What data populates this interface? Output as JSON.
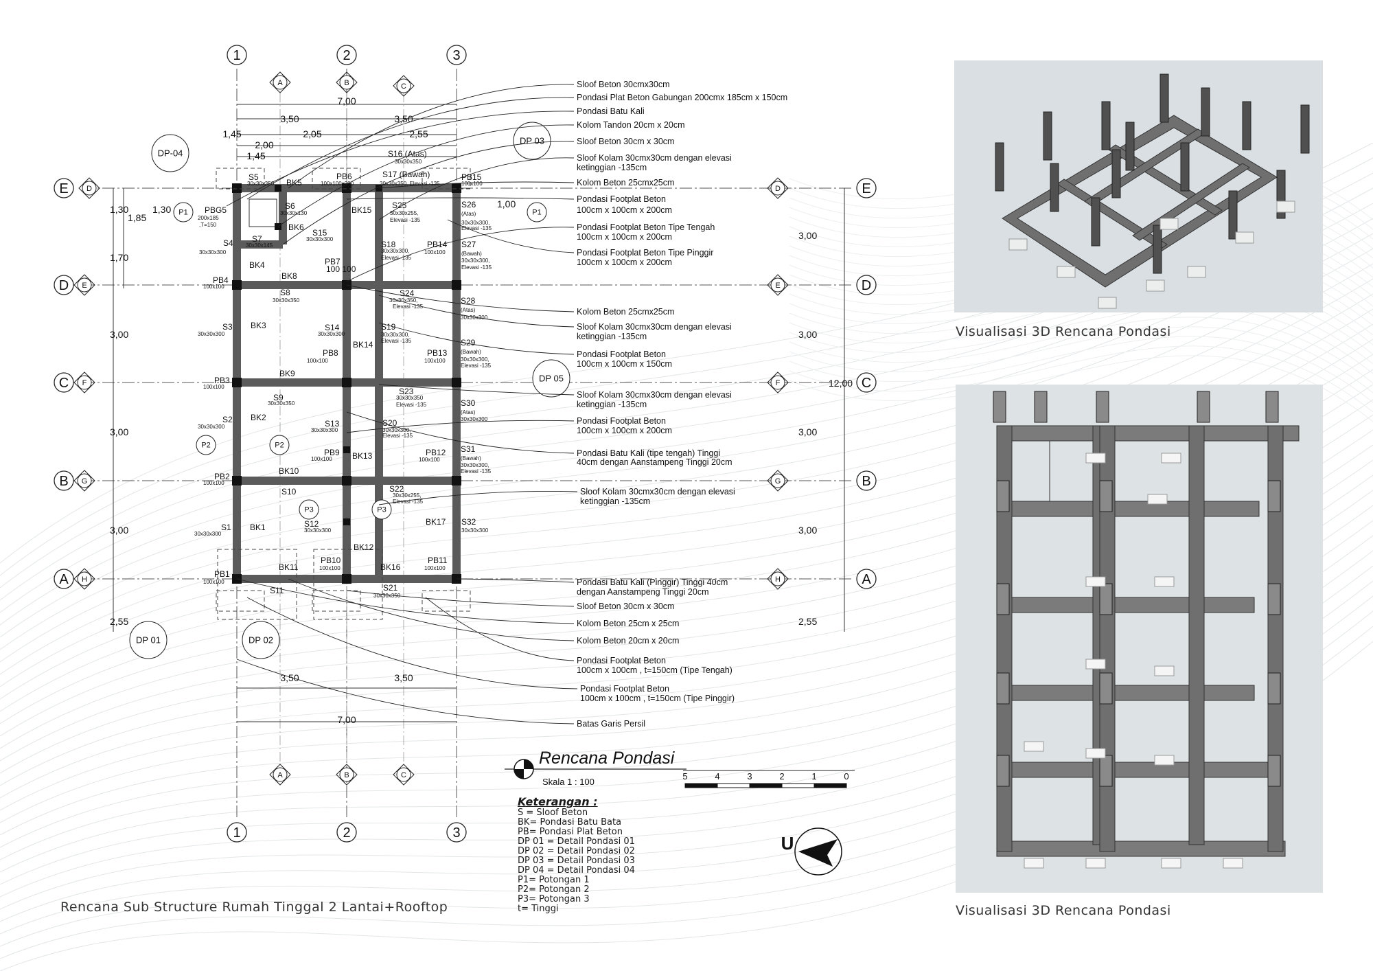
{
  "sheet": {
    "title": "Rencana Sub Structure Rumah Tinggal 2 Lantai+Rooftop",
    "plan_title": "Rencana Pondasi",
    "scale_label": "Skala 1 : 100",
    "scale_ticks": [
      "5",
      "4",
      "3",
      "2",
      "1",
      "0"
    ],
    "north_label": "U"
  },
  "visualizations": {
    "caption_top": "Visualisasi 3D Rencana Pondasi",
    "caption_bottom": "Visualisasi 3D Rencana Pondasi"
  },
  "legend": {
    "heading": "Keterangan :",
    "items": [
      "S  = Sloof Beton",
      "BK= Pondasi Batu Bata",
      "PB= Pondasi Plat Beton",
      "DP 01 = Detail Pondasi 01",
      "DP 02 = Detail Pondasi 02",
      "DP 03 = Detail Pondasi 03",
      "DP 04 = Detail Pondasi 04",
      "P1= Potongan 1",
      "P2= Potongan 2",
      "P3= Potongan 3",
      "t= Tinggi"
    ]
  },
  "grid": {
    "columns": [
      "1",
      "2",
      "3"
    ],
    "rows": [
      "E",
      "D",
      "C",
      "B",
      "A"
    ],
    "section_marks_top": [
      "A",
      "B",
      "C"
    ],
    "section_marks_side": [
      "D",
      "E",
      "F",
      "G",
      "H"
    ]
  },
  "dimensions": {
    "top": [
      "7,00",
      "3,50",
      "3,50",
      "1,45",
      "2,05",
      "2,55",
      "2,00",
      "1,45"
    ],
    "bottom": [
      "3,50",
      "3,50",
      "7,00"
    ],
    "left": [
      "1,30",
      "1,85",
      "1,30",
      "1,70",
      "3,00",
      "3,00",
      "3,00",
      "2,55"
    ],
    "right": [
      "3,00",
      "3,00",
      "3,00",
      "3,00",
      "12,00",
      "2,55",
      "1,00"
    ]
  },
  "detail_tags": [
    "DP-04",
    "DP 03",
    "DP 05",
    "DP 01",
    "DP 02",
    "P1",
    "P1",
    "P2",
    "P2",
    "P3",
    "P3"
  ],
  "callouts": [
    "Sloof Beton 30cmx30cm",
    "Pondasi Plat Beton Gabungan  200cmx 185cm x 150cm",
    "Pondasi Batu Kali",
    "Kolom Tandon 20cm x 20cm",
    "Sloof Beton 30cm x 30cm",
    "Sloof Kolam 30cmx30cm dengan elevasi",
    "ketinggian -135cm",
    "Kolom Beton 25cmx25cm",
    "Pondasi Footplat Beton",
    "100cm x 100cm x 200cm",
    "Pondasi Footplat Beton  Tipe Tengah",
    "100cm x 100cm x 200cm",
    "Pondasi Footplat Beton Tipe Pinggir",
    "100cm x 100cm x 200cm",
    "Kolom Beton 25cmx25cm",
    "Sloof Kolam 30cmx30cm dengan elevasi",
    "ketinggian -135cm",
    "Pondasi Footplat Beton",
    "100cm x 100cm x 150cm",
    "Sloof Kolam 30cmx30cm dengan elevasi",
    "ketinggian -135cm",
    "Pondasi Footplat Beton",
    "100cm x 100cm x 200cm",
    "Pondasi Batu Kali  (tipe tengah) Tinggi",
    "40cm dengan Aanstampeng Tinggi 20cm",
    "Sloof Kolam 30cmx30cm dengan elevasi",
    "ketinggian -135cm",
    "Pondasi Batu Kali (Pinggir) Tinggi 40cm",
    "dengan Aanstampeng Tinggi 20cm",
    "Sloof Beton 30cm x 30cm",
    "Kolom Beton 25cm x 25cm",
    "Kolom Beton 20cm x 20cm",
    "Pondasi Footplat Beton",
    "100cm x 100cm  , t=150cm (Tipe Tengah)",
    "Pondasi Footplat Beton",
    "100cm x 100cm  , t=150cm (Tipe Pinggir)",
    "Batas Garis Persil"
  ],
  "plan_labels": [
    "S5",
    "30x30x350",
    "BK5",
    "PB6",
    "100x100x200",
    "S16 (Atas)",
    "30x30x350",
    "S17 (Bawah)",
    "30x30x350, Elevasi -135",
    "PB15",
    "100x100",
    "PBG5",
    "200x185",
    ",T=150",
    "S6",
    "30x30x130",
    "BK6",
    "BK15",
    "S25",
    "30x30x255,",
    "Elevasi -135",
    "S26",
    "(Atas)",
    "30x30x300,",
    "Elevasi -135",
    "S7",
    "30x30x145",
    "S4",
    "30x30x300",
    "S15",
    "30x30x300",
    "S18",
    "30x30x300,",
    "Elevasi -135",
    "PB14",
    "100x100",
    "S27",
    "(Bawah)",
    "30x30x300,",
    "Elevasi -135",
    "BK4",
    "PB7",
    "100 100",
    "PB4",
    "100x100",
    "BK8",
    "S8",
    "30x30x350",
    "S24",
    "30x30x350,",
    "Elevasi -135",
    "S28",
    "(Atas)",
    "30x30x300",
    "S3",
    "30x30x300",
    "BK3",
    "S14",
    "30x30x300",
    "S19",
    "30x30x300,",
    "Elevasi -135",
    "BK14",
    "S29",
    "(Bawah)",
    "30x30x300,",
    "Elevasi -135",
    "PB8",
    "100x100",
    "PB13",
    "100x100",
    "PB3",
    "100x100",
    "BK9",
    "S9",
    "30x30x350",
    "S23",
    "30x30x350",
    "Elevasi -135",
    "S30",
    "(Atas)",
    "30x30x300",
    "S2",
    "30x30x300",
    "BK2",
    "S13",
    "30x30x300",
    "S20",
    "30x30x300,",
    "Elevasi -135",
    "S31",
    "(Bawah)",
    "30x30x300,",
    "Elevasi -135",
    "PB9",
    "100x100",
    "BK13",
    "PB12",
    "100x100",
    "PB2",
    "100x100",
    "BK10",
    "S10",
    "S22",
    "30x30x255,",
    "Elevasi -135",
    "S1",
    "30x30x300",
    "BK1",
    "S12",
    "30x30x300",
    "BK17",
    "S32",
    "30x30x300",
    "PB10",
    "100x100",
    "BK12",
    "BK11",
    "BK16",
    "PB11",
    "100x100",
    "PB1",
    "100x100",
    "S11",
    "S21",
    "30x30x350"
  ]
}
